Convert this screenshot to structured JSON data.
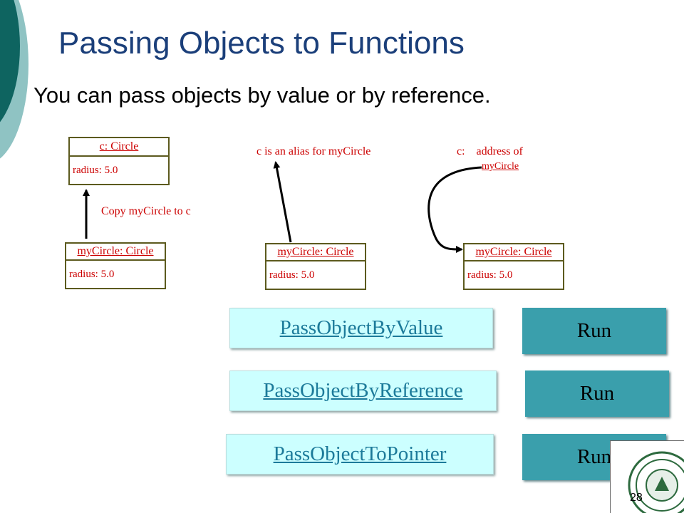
{
  "slide": {
    "title": "Passing Objects to Functions",
    "subtitle": "You can pass objects by value or by reference.",
    "page_number": "28"
  },
  "diagrams": {
    "by_value": {
      "top_box": {
        "name": "c: Circle",
        "attr": "radius: 5.0"
      },
      "arrow_label": "Copy myCircle to c",
      "bottom_box": {
        "name": "myCircle: Circle",
        "attr": "radius: 5.0"
      }
    },
    "by_reference": {
      "alias_label": "c is an alias for myCircle",
      "box": {
        "name": "myCircle: Circle",
        "attr": "radius: 5.0"
      }
    },
    "to_pointer": {
      "pointer_label": "c:    address of",
      "pointer_target": "myCircle",
      "box": {
        "name": "myCircle: Circle",
        "attr": "radius: 5.0"
      }
    }
  },
  "buttons": [
    {
      "link": "PassObjectByValue",
      "run": "Run"
    },
    {
      "link": "PassObjectByReference",
      "run": "Run"
    },
    {
      "link": "PassObjectToPointer",
      "run": "Run"
    }
  ],
  "colors": {
    "title": "#1b3f7a",
    "diagram_text": "#cc0000",
    "link_button_bg": "#ccffff",
    "run_button_bg": "#3a9fac",
    "deco_dark": "#0e6460",
    "deco_light": "#8fc3c3"
  },
  "icons": {
    "university_seal": "university-seal-icon"
  }
}
